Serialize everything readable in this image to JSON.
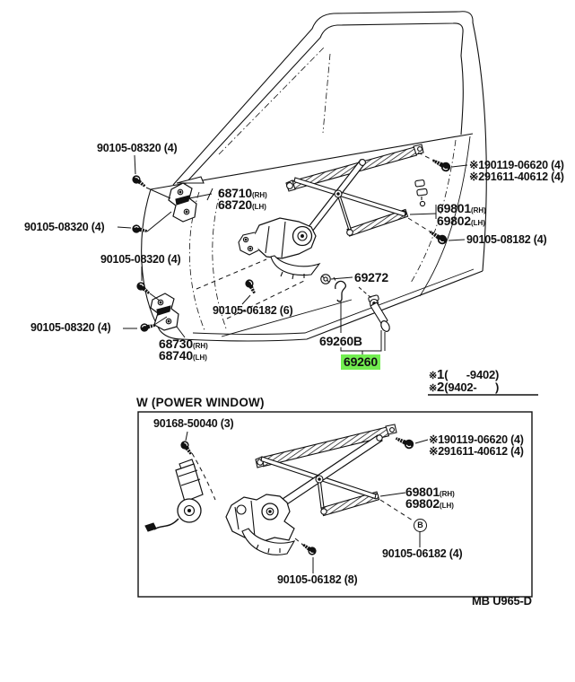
{
  "colors": {
    "ink": "#111111",
    "paper": "#ffffff",
    "highlight": "#72ee50"
  },
  "top_diagram": {
    "hinge_screw_label_1": "90105-08320 (4)",
    "hinge_screw_label_2": "90105-08320 (4)",
    "hinge_screw_label_3": "90105-08320 (4)",
    "hinge_screw_label_4": "90105-08320 (4)",
    "hinge_upper_rh": "68710",
    "hinge_upper_rh_sfx": "(RH)",
    "hinge_upper_lh": "68720",
    "hinge_upper_lh_sfx": "(LH)",
    "hinge_lower_rh": "68730",
    "hinge_lower_rh_sfx": "(RH)",
    "hinge_lower_lh": "68740",
    "hinge_lower_lh_sfx": "(LH)",
    "frame_bolt_note_1": "※190119-06620 (4)",
    "frame_bolt_note_2": "※291611-40612 (4)",
    "rail_rh": "69801",
    "rail_rh_sfx": "(RH)",
    "rail_lh": "69802",
    "rail_lh_sfx": "(LH)",
    "rail_bolt_label": "90105-08182 (4)",
    "washer_label": "69272",
    "regulator_bolt_label": "90105-06182 (6)",
    "handle_clip_label": "69260B",
    "handle_label": "69260",
    "applicability": {
      "line1_mark": "※",
      "line1_num": "1",
      "line1_rest": "(      -9402)",
      "line2_mark": "※",
      "line2_num": "2",
      "line2_rest": "(9402-      )"
    }
  },
  "bottom_diagram": {
    "title": "W (POWER WINDOW)",
    "motor_screw_label": "90168-50040 (3)",
    "frame_bolt_note_1": "※190119-06620 (4)",
    "frame_bolt_note_2": "※291611-40612 (4)",
    "rail_rh": "69801",
    "rail_rh_sfx": "(RH)",
    "rail_lh": "69802",
    "rail_lh_sfx": "(LH)",
    "callout_b": "B",
    "rail_bolt_label": "90105-06182 (4)",
    "plate_bolt_label": "90105-06182 (8)",
    "figure_code": "MB U965-D"
  }
}
